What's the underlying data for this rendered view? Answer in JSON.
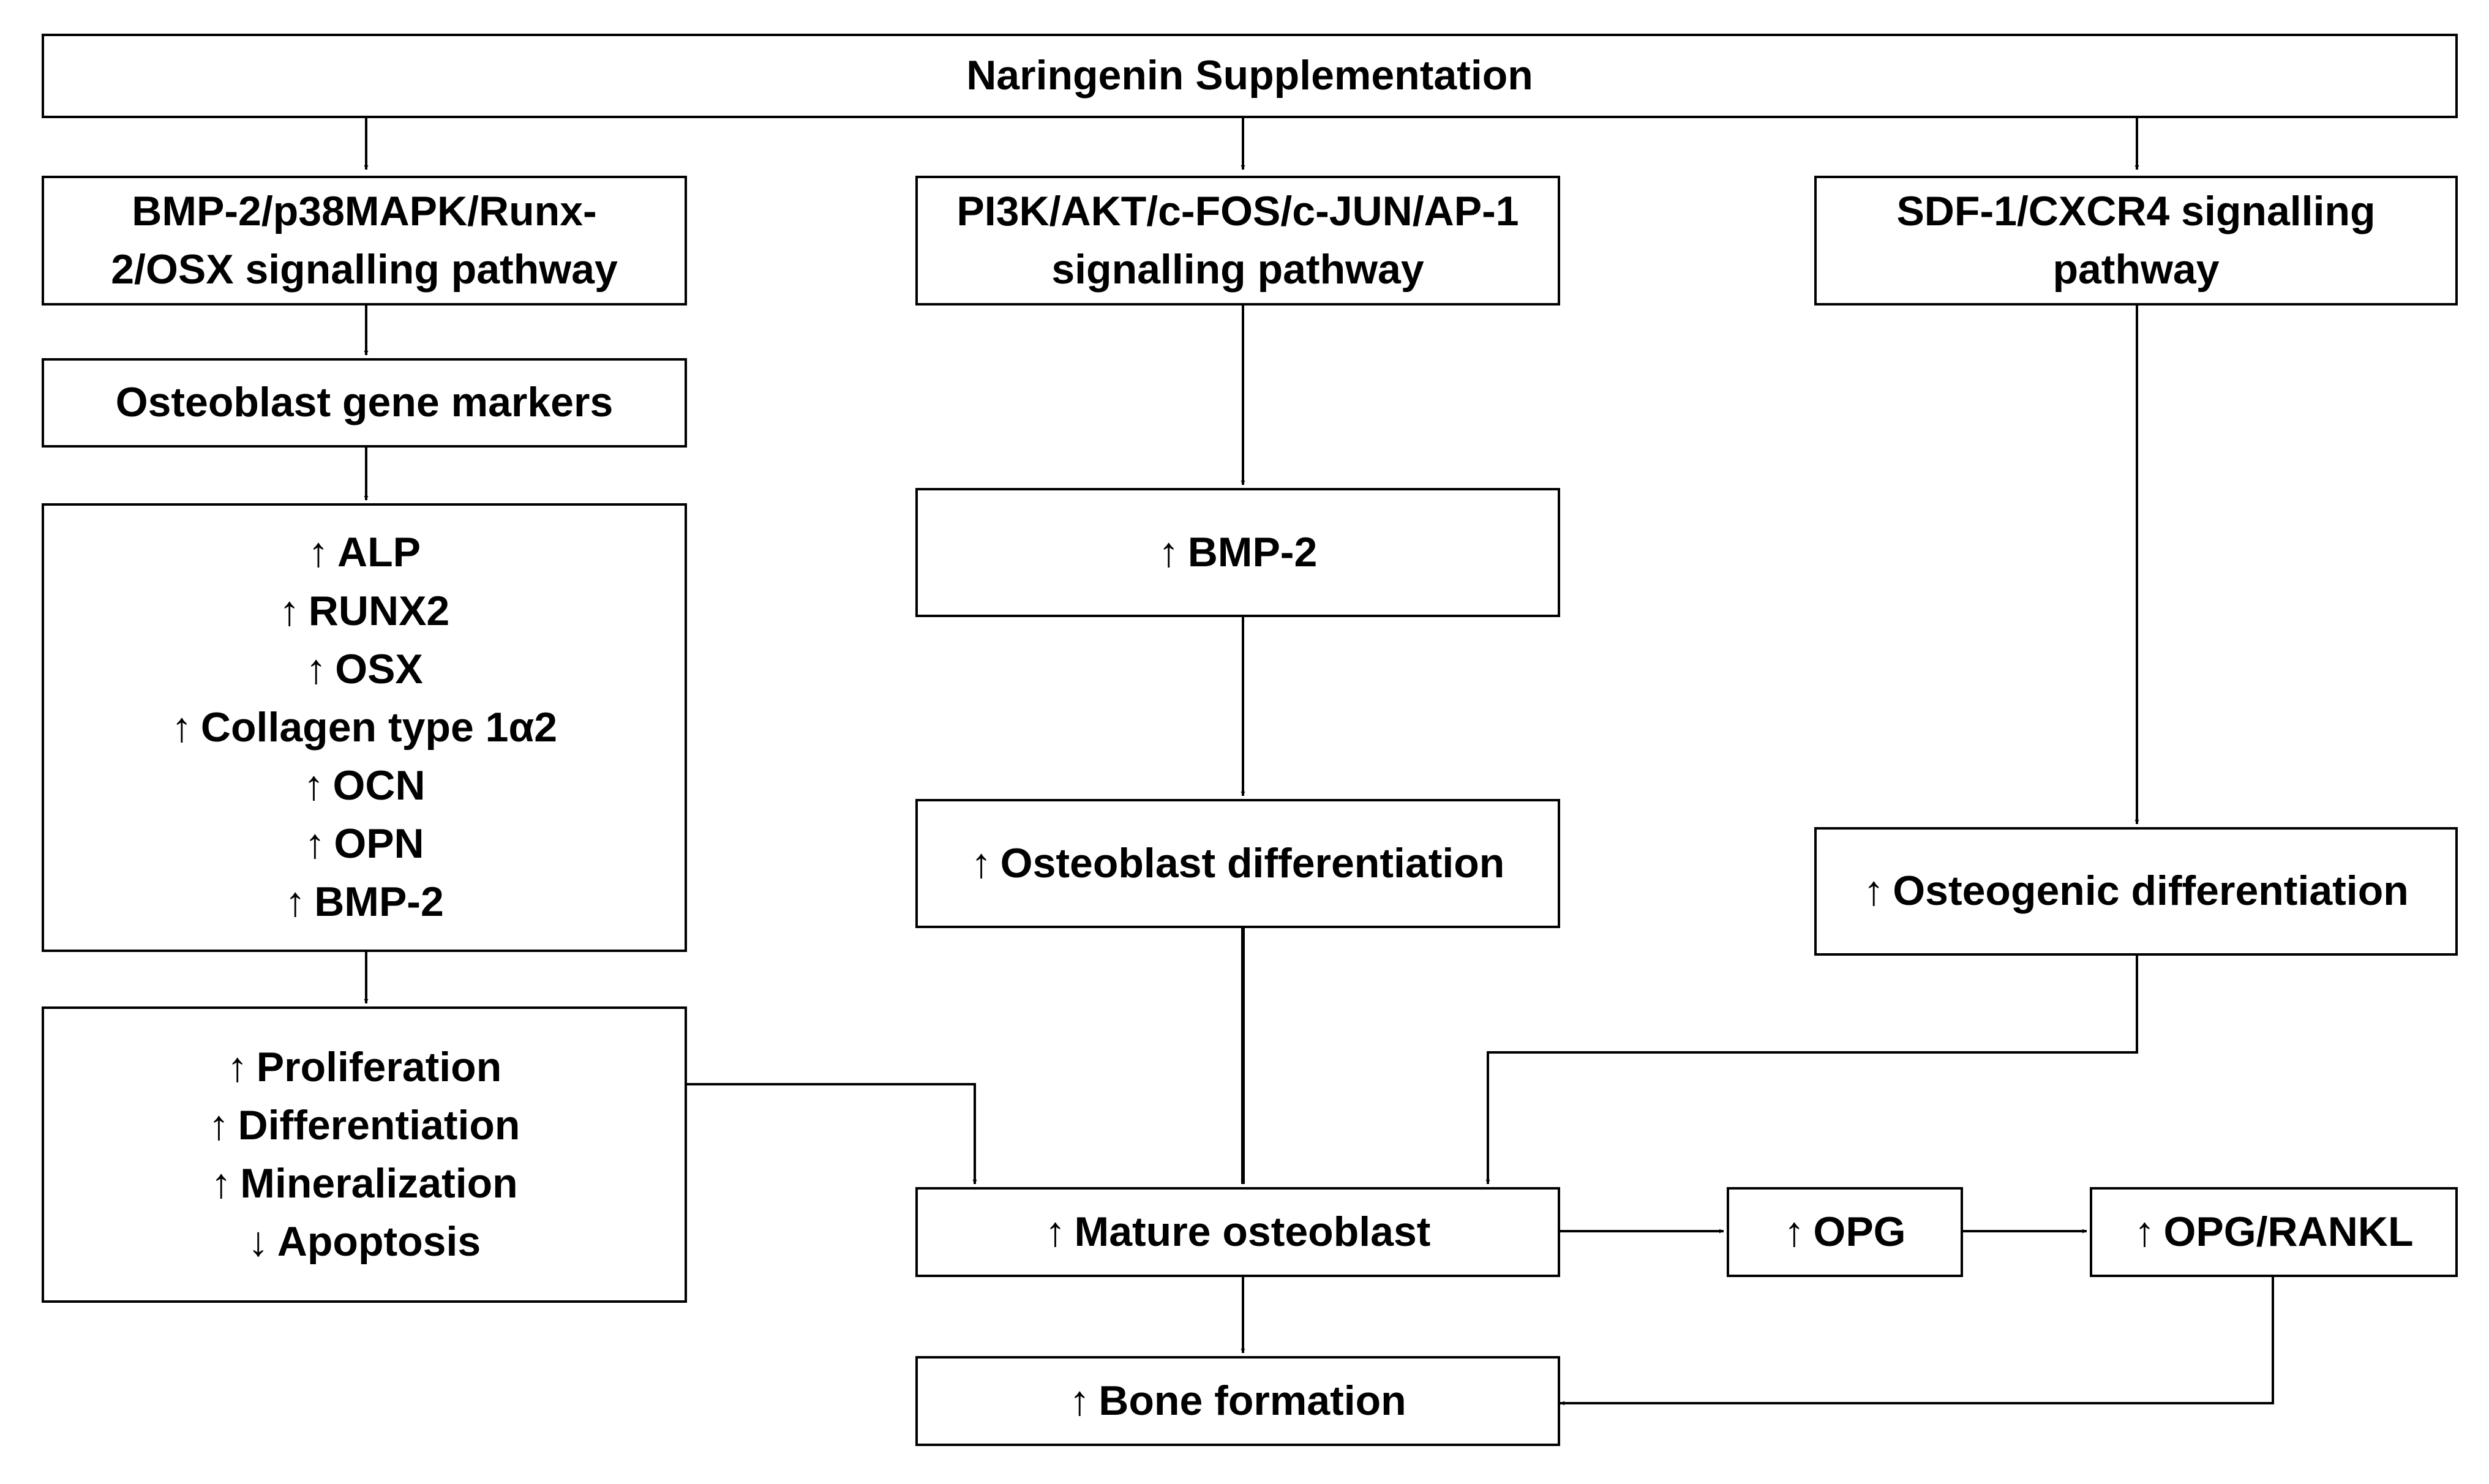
{
  "diagram": {
    "top": {
      "text": "Naringenin Supplementation"
    },
    "pathways": {
      "left": {
        "lines": [
          "BMP-2/p38MAPK/Runx-",
          "2/OSX signalling pathway"
        ]
      },
      "middle": {
        "lines": [
          "PI3K/AKT/c-FOS/c-JUN/AP-1",
          "signalling pathway"
        ]
      },
      "right": {
        "lines": [
          "SDF-1/CXCR4 signalling",
          "pathway"
        ]
      }
    },
    "left_column": {
      "gene_markers": {
        "text": "Osteoblast gene markers"
      },
      "markers": [
        {
          "arrow": "↑",
          "text": "ALP"
        },
        {
          "arrow": "↑",
          "text": "RUNX2"
        },
        {
          "arrow": "↑",
          "text": "OSX"
        },
        {
          "arrow": "↑",
          "text": "Collagen type 1α2"
        },
        {
          "arrow": "↑",
          "text": "OCN"
        },
        {
          "arrow": "↑",
          "text": "OPN"
        },
        {
          "arrow": "↑",
          "text": "BMP-2"
        }
      ],
      "effects": [
        {
          "arrow": "↑",
          "text": "Proliferation"
        },
        {
          "arrow": "↑",
          "text": "Differentiation"
        },
        {
          "arrow": "↑",
          "text": "Mineralization"
        },
        {
          "arrow": "↓",
          "text": "Apoptosis"
        }
      ]
    },
    "middle_column": {
      "bmp2": {
        "arrow": "↑",
        "text": "BMP-2"
      },
      "osteoblast_diff": {
        "arrow": "↑",
        "text": "Osteoblast differentiation"
      },
      "mature": {
        "arrow": "↑",
        "text": "Mature osteoblast"
      },
      "bone": {
        "arrow": "↑",
        "text": "Bone formation"
      }
    },
    "right_column": {
      "osteogenic": {
        "arrow": "↑",
        "text": "Osteogenic differentiation"
      },
      "opg": {
        "arrow": "↑",
        "text": "OPG"
      },
      "opg_rankl": {
        "arrow": "↑",
        "text": "OPG/RANKL"
      }
    }
  }
}
